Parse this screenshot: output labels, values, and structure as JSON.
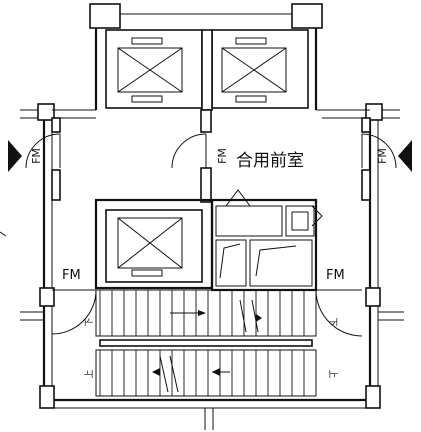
{
  "labels": {
    "lobby": "合用前室",
    "fm_door": "FM",
    "stair_up": "上",
    "stair_down": "下"
  },
  "colors": {
    "line": "#111111",
    "background": "#ffffff"
  }
}
